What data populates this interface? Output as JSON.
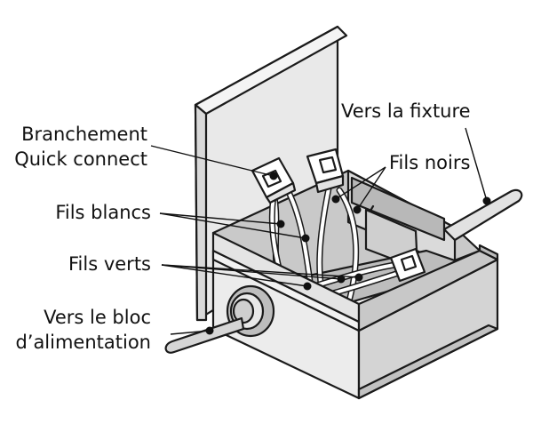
{
  "colors": {
    "ink": "#1a1a1a",
    "box_light": "#ececec",
    "box_mid": "#d6d6d6",
    "box_dark": "#c4c4c4",
    "interior": "#bdbdbd",
    "wire_fill": "#ffffff"
  },
  "labels": {
    "quick_connect_line1": "Branchement",
    "quick_connect_line2": "Quick connect",
    "white_wires": "Fils blancs",
    "green_wires": "Fils verts",
    "power_line1": "Vers le bloc",
    "power_line2": "d’alimentation",
    "fixture": "Vers la fixture",
    "black_wires": "Fils noirs"
  }
}
